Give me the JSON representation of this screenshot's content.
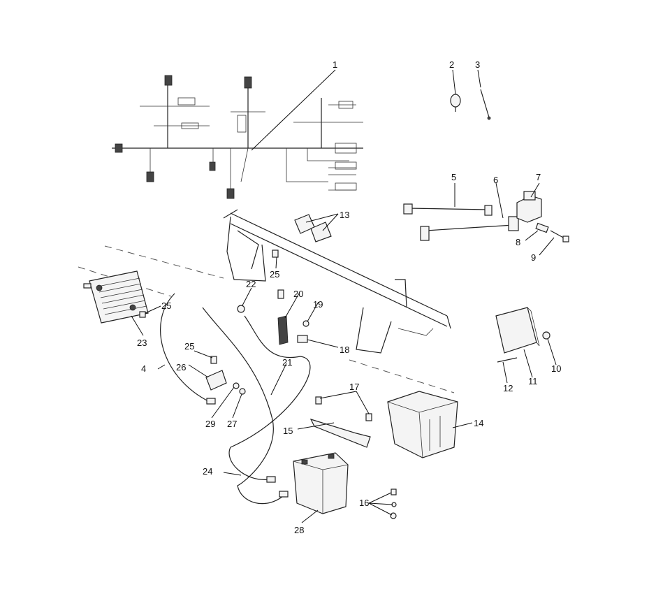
{
  "callouts": [
    {
      "id": "c1",
      "text": "1"
    },
    {
      "id": "c2",
      "text": "2"
    },
    {
      "id": "c3",
      "text": "3"
    },
    {
      "id": "c4",
      "text": "4"
    },
    {
      "id": "c5",
      "text": "5"
    },
    {
      "id": "c6",
      "text": "6"
    },
    {
      "id": "c7",
      "text": "7"
    },
    {
      "id": "c8",
      "text": "8"
    },
    {
      "id": "c9",
      "text": "9"
    },
    {
      "id": "c10",
      "text": "10"
    },
    {
      "id": "c11",
      "text": "11"
    },
    {
      "id": "c12",
      "text": "12"
    },
    {
      "id": "c13",
      "text": "13"
    },
    {
      "id": "c14",
      "text": "14"
    },
    {
      "id": "c15",
      "text": "15"
    },
    {
      "id": "c16",
      "text": "16"
    },
    {
      "id": "c17",
      "text": "17"
    },
    {
      "id": "c18",
      "text": "18"
    },
    {
      "id": "c19",
      "text": "19"
    },
    {
      "id": "c20",
      "text": "20"
    },
    {
      "id": "c21",
      "text": "21"
    },
    {
      "id": "c22",
      "text": "22"
    },
    {
      "id": "c23",
      "text": "23"
    },
    {
      "id": "c24",
      "text": "24"
    },
    {
      "id": "c25a",
      "text": "25"
    },
    {
      "id": "c25b",
      "text": "25"
    },
    {
      "id": "c25c",
      "text": "25"
    },
    {
      "id": "c26",
      "text": "26"
    },
    {
      "id": "c27",
      "text": "27"
    },
    {
      "id": "c28",
      "text": "28"
    },
    {
      "id": "c29",
      "text": "29"
    }
  ]
}
